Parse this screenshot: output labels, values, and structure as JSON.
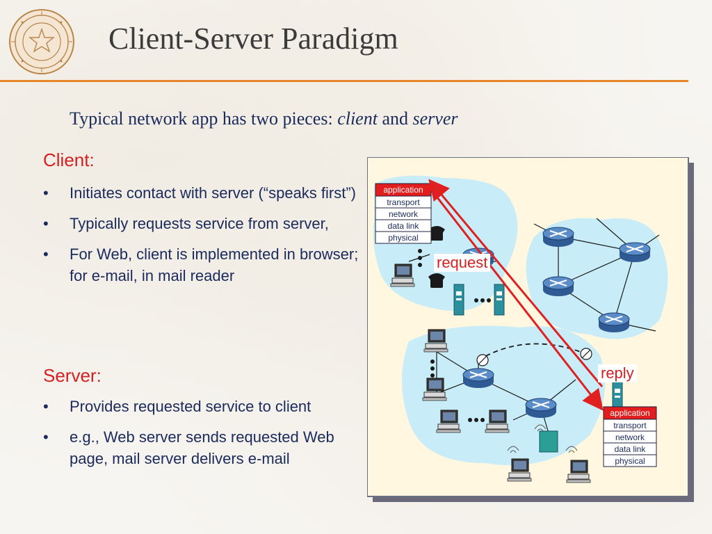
{
  "header": {
    "title": "Client-Server Paradigm",
    "seal_icon": "university-seal-icon"
  },
  "intro": {
    "text_before": "Typical network app has two pieces: ",
    "client_word": "client",
    "and_word": " and ",
    "server_word": "server"
  },
  "client": {
    "heading": "Client:",
    "bullets": [
      "Initiates contact with server (“speaks first”)",
      "Typically requests service from server,",
      "For Web, client is implemented in browser; for e-mail, in mail reader"
    ]
  },
  "server": {
    "heading": "Server:",
    "bullets": [
      "Provides requested service to client",
      "e.g., Web server sends requested Web page, mail server delivers e-mail"
    ]
  },
  "diagram": {
    "client_stack": [
      "application",
      "transport",
      "network",
      "data link",
      "physical"
    ],
    "server_stack": [
      "application",
      "transport",
      "network",
      "data link",
      "physical"
    ],
    "request_label": "request",
    "reply_label": "reply"
  },
  "colors": {
    "accent_orange": "#e8852a",
    "heading_red": "#d42020",
    "body_navy": "#1a2a5c",
    "cloud_blue": "#c8ecf8",
    "router_blue": "#4a78b8",
    "seal_brown": "#b8864a"
  }
}
